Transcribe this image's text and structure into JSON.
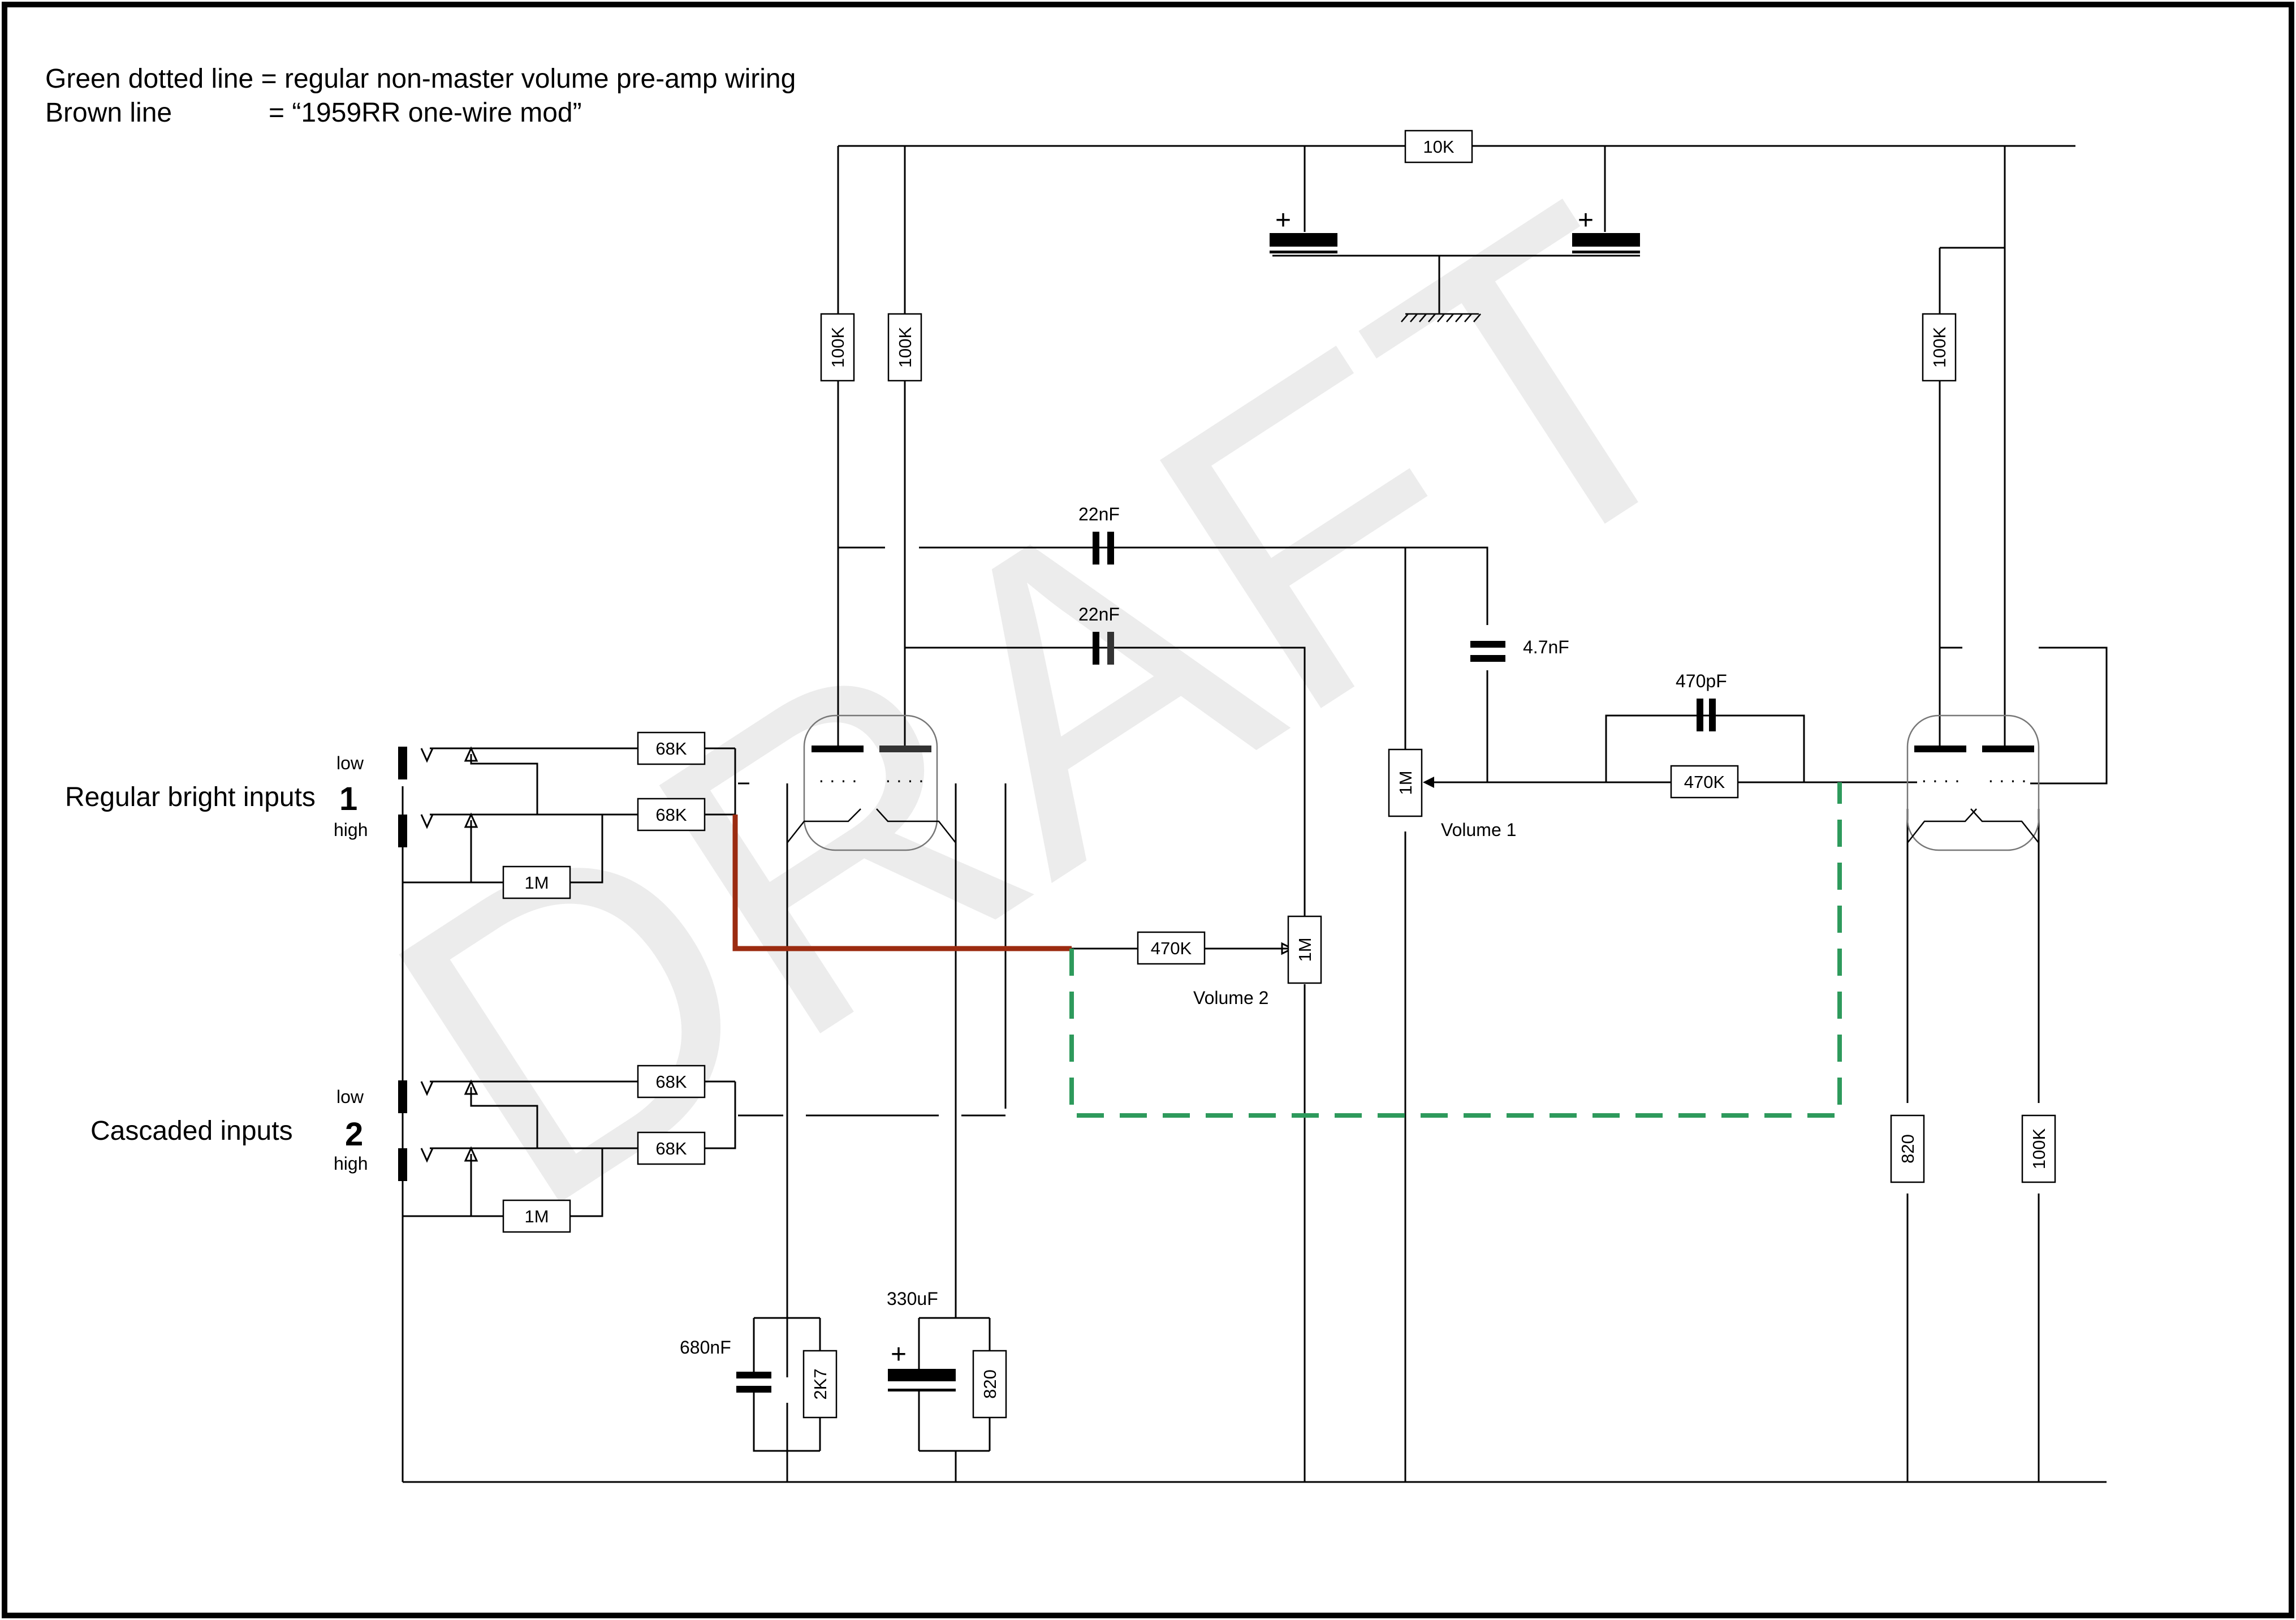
{
  "legend": {
    "green_line": "Green dotted line = regular non-master volume pre-amp wiring",
    "brown_line_name": "Brown line",
    "brown_line_desc": "= “1959RR one-wire mod”"
  },
  "watermark": "DRAFT",
  "inputs": {
    "regular_title": "Regular bright inputs",
    "regular_number": "1",
    "cascaded_title": "Cascaded inputs",
    "cascaded_number": "2",
    "low": "low",
    "high": "high"
  },
  "components": {
    "r_10k": "10K",
    "r_100k_a": "100K",
    "r_100k_b": "100K",
    "r_100k_c": "100K",
    "r_100k_d": "100K",
    "c_22nf_a": "22nF",
    "c_22nf_b": "22nF",
    "c_4_7nf": "4.7nF",
    "c_470pf": "470pF",
    "r_470k_a": "470K",
    "r_470k_b": "470K",
    "r_68k_1": "68K",
    "r_68k_2": "68K",
    "r_68k_3": "68K",
    "r_68k_4": "68K",
    "r_1m_in1": "1M",
    "r_1m_in2": "1M",
    "pot_1m_v1": "1M",
    "pot_1m_v2": "1M",
    "volume1": "Volume 1",
    "volume2": "Volume 2",
    "c_680nf": "680nF",
    "r_2k7": "2K7",
    "c_330uf": "330uF",
    "r_820_a": "820",
    "r_820_b": "820",
    "plus_a": "+",
    "plus_b": "+",
    "plus_c": "+"
  },
  "colors": {
    "green_wire": "#2e9a5c",
    "brown_wire": "#9b2b10",
    "watermark": "#ececec"
  }
}
